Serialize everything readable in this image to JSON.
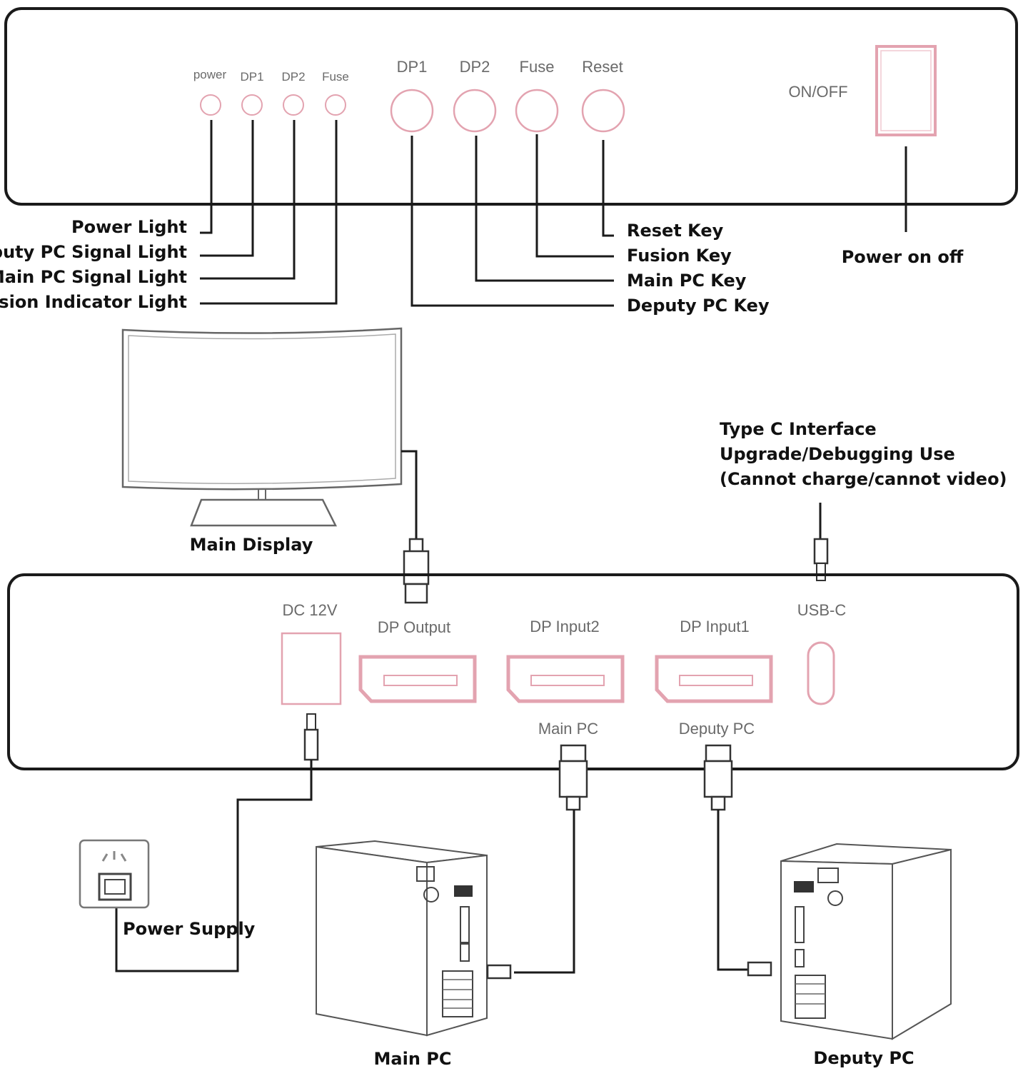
{
  "front_panel": {
    "indicators": [
      "power",
      "DP1",
      "DP2",
      "Fuse"
    ],
    "buttons": [
      "DP1",
      "DP2",
      "Fuse",
      "Reset"
    ],
    "switch": "ON/OFF"
  },
  "left_callouts": [
    "Power Light",
    "Deputy PC Signal Light",
    "Main PC Signal Light",
    "Fusion Indicator Light"
  ],
  "right_callouts": [
    "Reset Key",
    "Fusion Key",
    "Main PC Key",
    "Deputy PC Key"
  ],
  "power_callout": "Power on off",
  "typec_note": [
    "Type C Interface",
    "Upgrade/Debugging Use",
    "(Cannot charge/cannot video)"
  ],
  "back_panel": {
    "dc": "DC 12V",
    "dp_output": "DP Output",
    "dp_input2": "DP Input2",
    "dp_input1": "DP Input1",
    "usbc": "USB-C",
    "main_pc": "Main PC",
    "deputy_pc": "Deputy  PC"
  },
  "devices": {
    "main_display": "Main Display",
    "power_supply": "Power Supply",
    "main_pc": "Main PC",
    "deputy_pc": "Deputy PC"
  }
}
